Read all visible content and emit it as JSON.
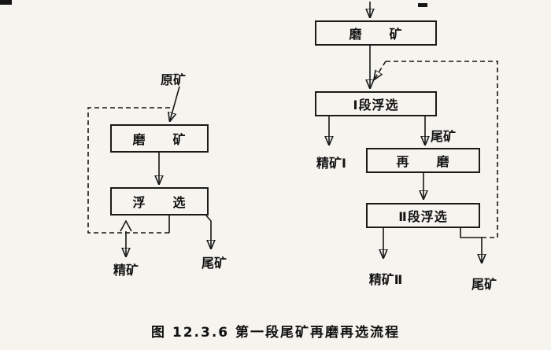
{
  "page": {
    "caption": "图 12.3.6  第一段尾矿再磨再选流程",
    "paper_color": "#f6f4ee",
    "ink_color": "#161616"
  },
  "left_diagram": {
    "feed_label": "原矿",
    "grind_box": "磨　　矿",
    "flotation_box": "浮　　选",
    "concentrate_label": "精矿",
    "tailings_label": "尾矿"
  },
  "right_diagram": {
    "grind_box": "磨　　矿",
    "stage1_flotation_box": "Ⅰ段浮选",
    "regrind_box": "再　　磨",
    "stage2_flotation_box": "Ⅱ段浮选",
    "concentrate1_label": "精矿Ⅰ",
    "stage1_tailings_label": "尾矿",
    "concentrate2_label": "精矿Ⅱ",
    "final_tailings_label": "尾矿"
  }
}
